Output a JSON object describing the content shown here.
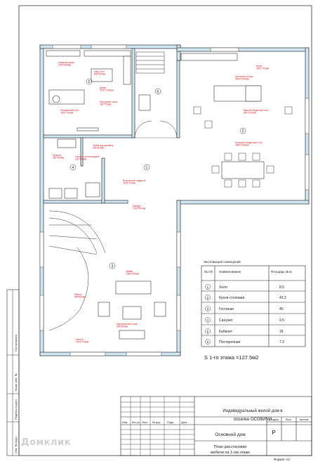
{
  "labels": {
    "furniture": [
      {
        "name": "Книжный шкаф",
        "size": "1000*350мм"
      },
      {
        "name": "Мед. стол",
        "size": "800*500мм"
      },
      {
        "name": "Диван",
        "size": "2200*1000мм"
      },
      {
        "name": "Напольные часы",
        "size": "780*700мм"
      },
      {
        "name": "Письменный стол",
        "size": "1400*700мм"
      },
      {
        "name": "Тумба под раковину",
        "size": "500*300мм"
      },
      {
        "name": "Унитаз с инсталляцией",
        "size": "600*400мм"
      },
      {
        "name": "Зеркало",
        "size": "350*350мм"
      },
      {
        "name": "Встроенный гардероб",
        "size": "2100*700мм"
      },
      {
        "name": "Комоды",
        "size": "1000*500мм"
      },
      {
        "name": "Кухня",
        "size": "3300*700мм"
      },
      {
        "name": "Кухонный остров",
        "size": "2400*1000мм"
      },
      {
        "name": "Мягкий обеденный стол",
        "size": "800*1000мм"
      },
      {
        "name": "Большой обеденный стол",
        "size": "2600*1000мм"
      },
      {
        "name": "Диван",
        "size": "1800*900мм"
      },
      {
        "name": "Кресло",
        "size": "800*800мм"
      },
      {
        "name": "Журнальный столик",
        "size": "800*800мм"
      },
      {
        "name": "Кресло",
        "size": "1200*700мм"
      }
    ],
    "room_numbers": [
      "1",
      "2",
      "3",
      "4",
      "5",
      "6"
    ]
  },
  "explication": {
    "title": "Экспликация помещений",
    "headers": [
      "№ п/п",
      "Наименование",
      "Площадь кв.м"
    ],
    "rows": [
      {
        "num": "1",
        "name": "Холл",
        "area": "8.5"
      },
      {
        "num": "2",
        "name": "Кухня-столовая",
        "area": "43.3"
      },
      {
        "num": "3",
        "name": "Гостиная",
        "area": "40"
      },
      {
        "num": "4",
        "name": "Санузел",
        "area": "9.5"
      },
      {
        "num": "5",
        "name": "Кабинет",
        "area": "18"
      },
      {
        "num": "6",
        "name": "Постирочная",
        "area": "7.2"
      }
    ],
    "total": "S 1-го этажа =127.5м2"
  },
  "titleblock": {
    "project_line1": "Индивидуальный жилой дом в",
    "project_line2": "поселке ОСОВИЧИ",
    "col_headers": [
      "Изм.",
      "Кол.уч",
      "Лист",
      "№ док.",
      "Подп.",
      "Дата"
    ],
    "section": "Основной дом",
    "stage_headers": [
      "Стадия",
      "Лист",
      "Листов"
    ],
    "stage": "Р",
    "sheet_name_line1": "План расстановки",
    "sheet_name_line2": "мебели на 1-ом этаже",
    "format": "Формат А3",
    "side_labels": [
      "Взам. инв. №",
      "Подпись и дата",
      "Инв. № подл."
    ],
    "side_label_top": "Согласовано"
  },
  "watermark": "Домклик",
  "colors": {
    "walls": "#cfe8f3",
    "annotation": "#d21f2a",
    "lines": "#333333"
  }
}
